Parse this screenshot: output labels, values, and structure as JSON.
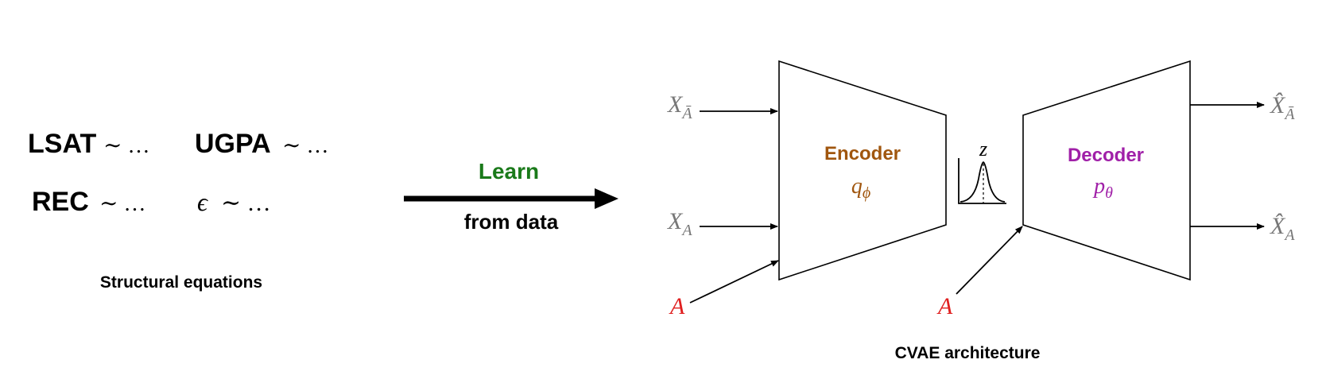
{
  "equations": {
    "lsat_var": "LSAT",
    "ugpa_var": "UGPA",
    "rec_var": "REC",
    "eps_var": "ϵ",
    "tail": "∼ …"
  },
  "equations_caption": "Structural equations",
  "arrow": {
    "top_label": "Learn",
    "bottom_label": "from data"
  },
  "encoder": {
    "label": "Encoder",
    "symbol": "q",
    "subscript": "ϕ"
  },
  "decoder": {
    "label": "Decoder",
    "symbol": "p",
    "subscript": "θ"
  },
  "latent": {
    "label": "z"
  },
  "inputs": {
    "x_abar": {
      "base": "X",
      "sub": "Ā"
    },
    "x_a": {
      "base": "X",
      "sub": "A"
    },
    "a_enc": "A",
    "a_dec": "A"
  },
  "outputs": {
    "xhat_abar": {
      "base": "X̂",
      "sub": "Ā"
    },
    "xhat_a": {
      "base": "X̂",
      "sub": "A"
    }
  },
  "architecture_caption": "CVAE architecture",
  "colors": {
    "learn": "#1a7a1a",
    "encoder": "#a0560e",
    "decoder": "#a020a8",
    "sensitive": "#e02020",
    "variable": "#777777",
    "line": "#000000"
  }
}
